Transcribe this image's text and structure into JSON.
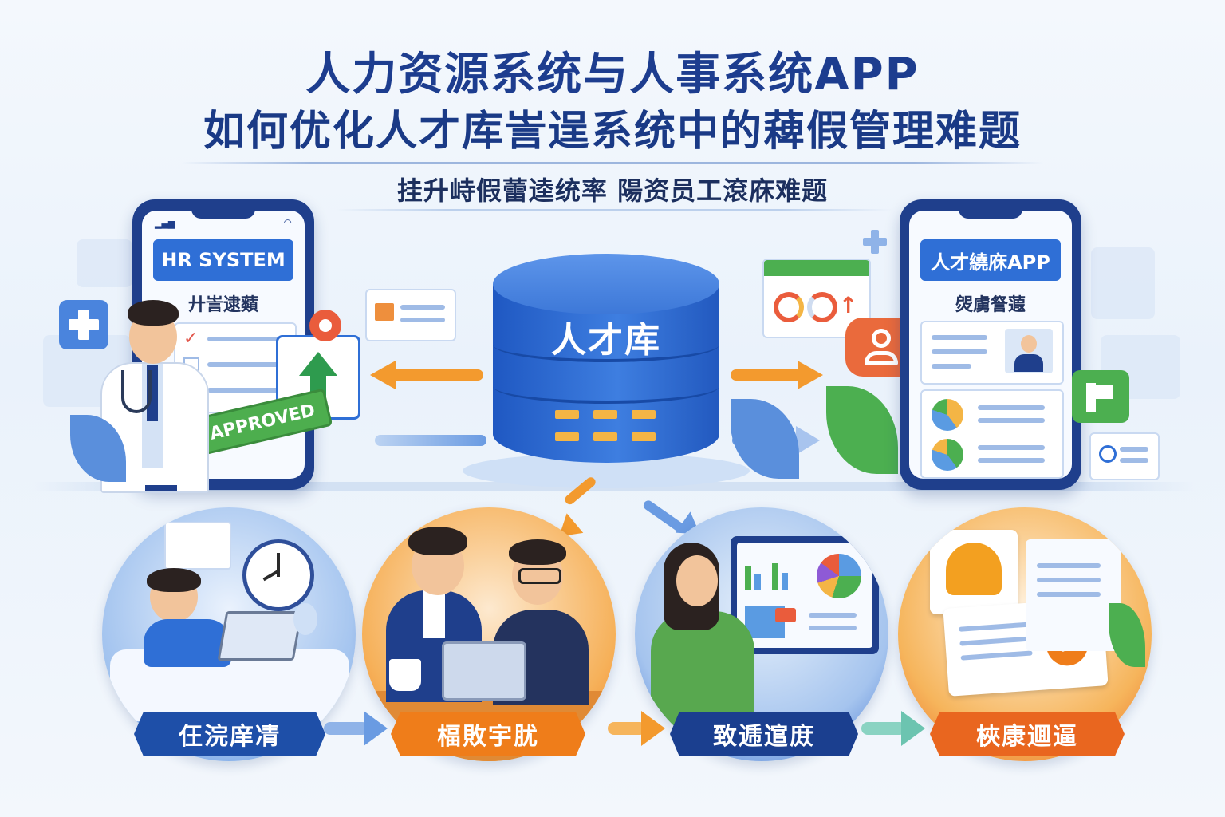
{
  "title": {
    "line1": "人力资源系统与人事系统APP",
    "line2": "如何优化人才库訔逞系统中的薭假管理难题"
  },
  "subtitle": "挂升峙假蕾逵统率  陽资员工滾庥难题",
  "left_phone": {
    "header": "HR SYSTEM",
    "subheader": "廾訔逮蘱",
    "stamp": "APPROVED"
  },
  "database": {
    "label": "人才库"
  },
  "right_phone": {
    "header": "人才繞庥APP",
    "subheader": "焈虜詧蕸"
  },
  "steps": [
    {
      "label": "仼浣庠凊",
      "color": "#1e4fa8"
    },
    {
      "label": "楅敗宇肬",
      "color": "#ef7d1a"
    },
    {
      "label": "致逓逭庻",
      "color": "#1b3f8f"
    },
    {
      "label": "梜康逥逼",
      "color": "#e9661f"
    }
  ],
  "colors": {
    "title": "#1d3d8f",
    "primary_blue": "#2f6fd6",
    "orange": "#f39a2e",
    "green": "#4caf50"
  }
}
